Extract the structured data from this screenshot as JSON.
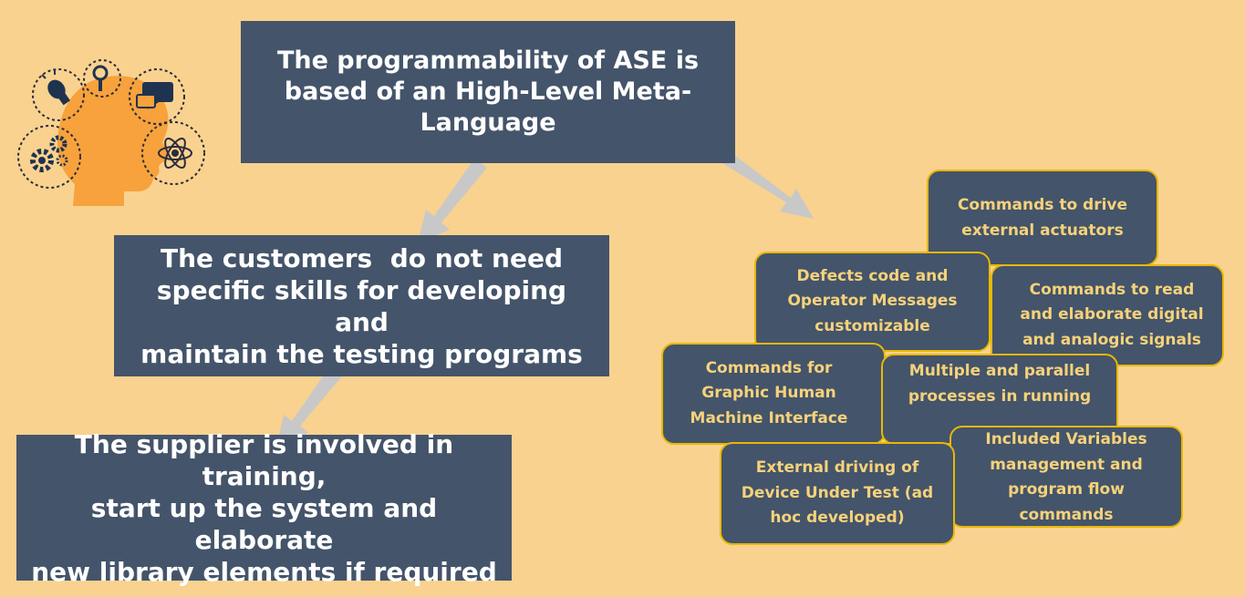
{
  "main_boxes": {
    "top": [
      "The programmability of ASE is",
      "based of an High-Level Meta-",
      "Language"
    ],
    "middle": [
      "The customers  do not need",
      "specific skills for developing and",
      "maintain the testing programs"
    ],
    "bottom": [
      "The supplier is involved in training,",
      "start up the system and elaborate",
      "new library elements if required"
    ]
  },
  "features": {
    "actuators": [
      "Commands to drive",
      "external actuators"
    ],
    "signals": [
      "Commands to read",
      "and elaborate digital",
      "and analogic signals"
    ],
    "defects": [
      "Defects code and",
      "Operator Messages",
      "customizable"
    ],
    "hmi": [
      "Commands for",
      "Graphic Human",
      "Machine Interface"
    ],
    "processes": [
      "Multiple and parallel",
      "processes in running"
    ],
    "variables": [
      "Included Variables",
      "management and",
      "program flow",
      "commands"
    ],
    "dut": [
      "External driving of",
      "Device Under Test (ad",
      "hoc developed)"
    ]
  },
  "colors": {
    "background": "#f9d28f",
    "box": "#44546a",
    "box_text": "#ffffff",
    "feature_text": "#f5d27a",
    "feature_border": "#e8b800",
    "arrow": "#c8c8c8",
    "head": "#f7a23c"
  },
  "icons": [
    "head-silhouette-icon",
    "lightbulb-icon",
    "magnifier-icon",
    "chat-bubbles-icon",
    "gears-icon",
    "atom-icon"
  ]
}
